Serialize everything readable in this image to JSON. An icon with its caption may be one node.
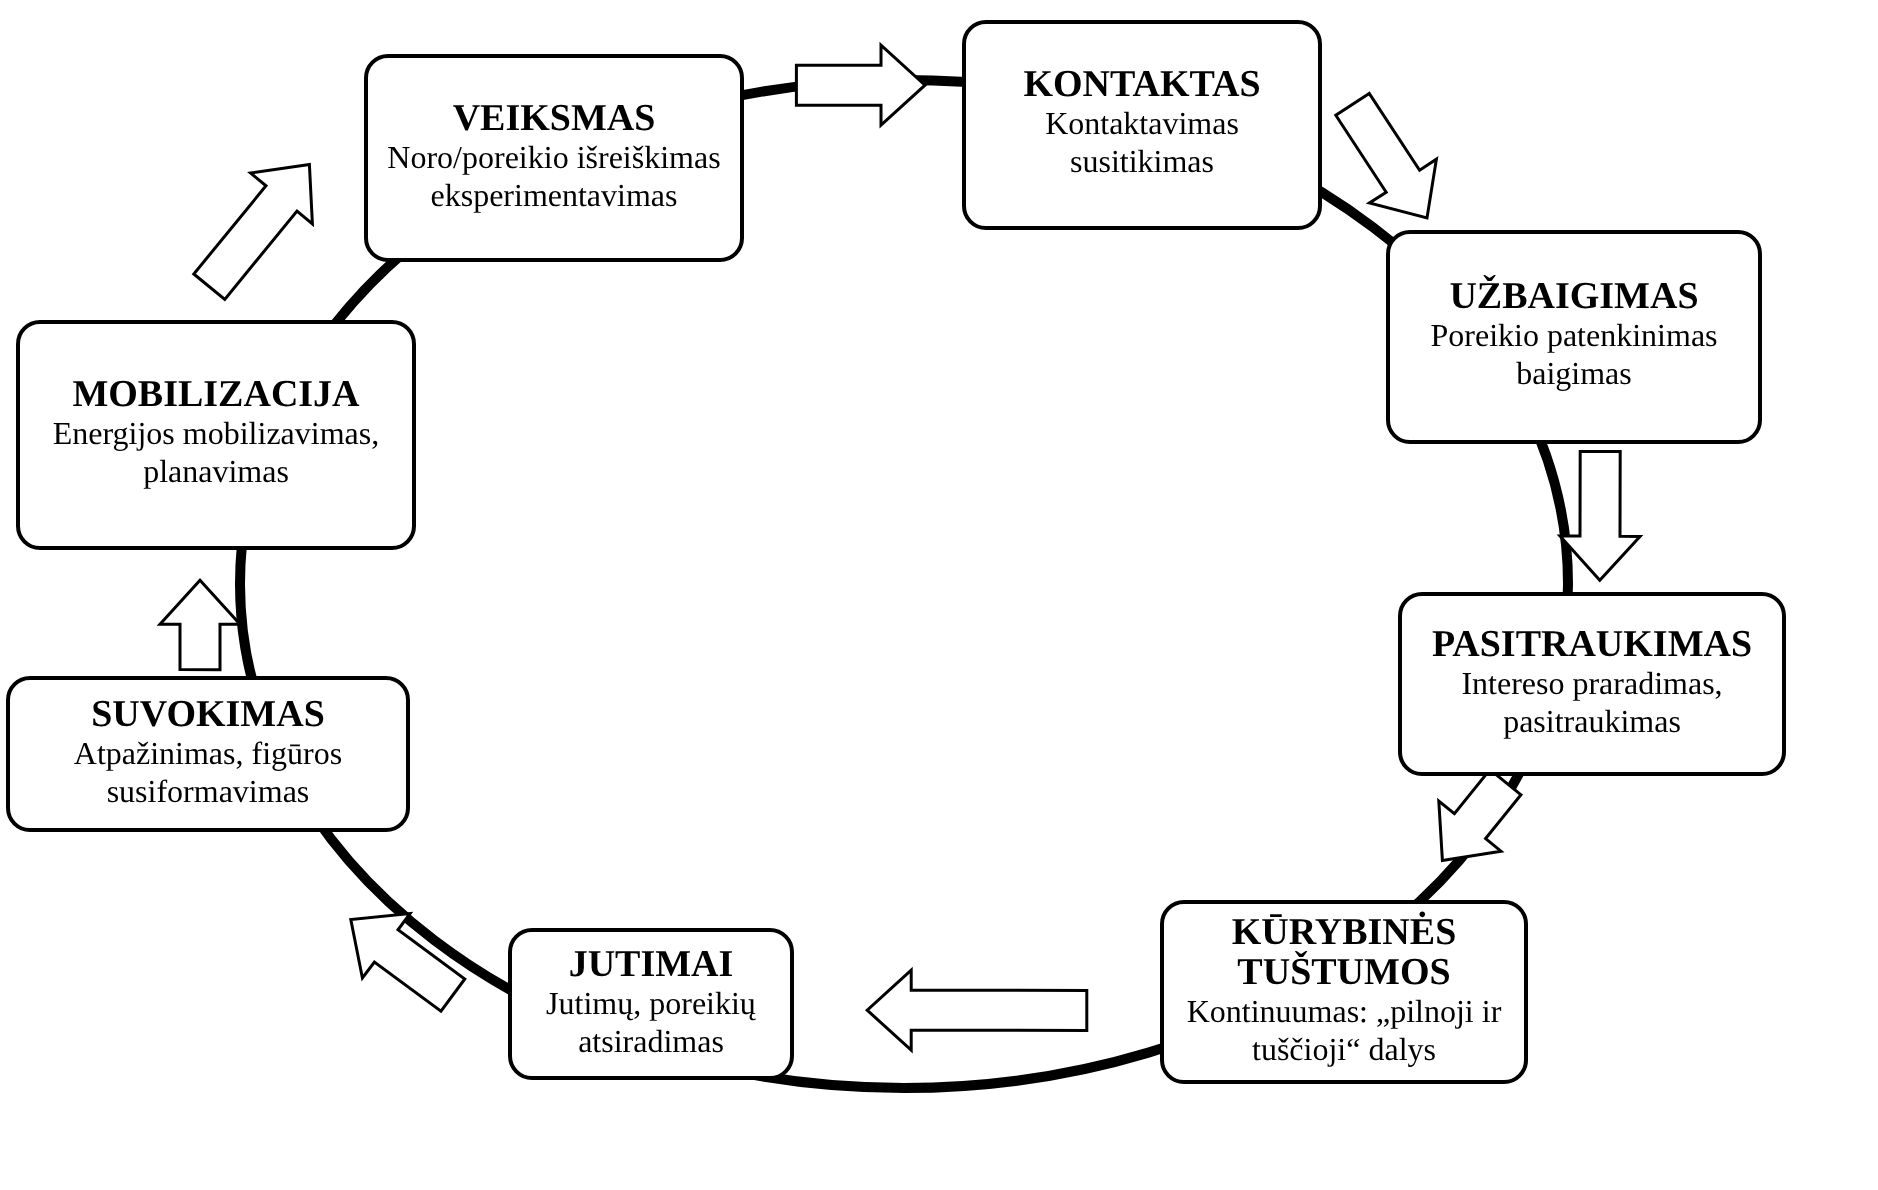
{
  "diagram": {
    "nodes": [
      {
        "text": [
          "VEIKSMAS",
          "Noro/poreikio išreiškimas eksperimentavimas"
        ]
      },
      {
        "text": [
          "KONTAKTAS",
          "Kontaktavimas susitikimas"
        ]
      },
      {
        "text": [
          "UŽBAIGIMAS",
          "Poreikio patenkinimas baigimas"
        ]
      },
      {
        "text": [
          "PASITRAUKIMAS",
          "Intereso praradimas, pasitraukimas"
        ]
      },
      {
        "text": [
          "KŪRYBINĖS TUŠTUMOS",
          "Kontinuumas: „pilnoji ir tuščioji“ dalys"
        ]
      },
      {
        "text": [
          "JUTIMAI",
          "Jutimų, poreikių atsiradimas"
        ]
      },
      {
        "text": [
          "SUVOKIMAS",
          "Atpažinimas, figūros susiformavimas"
        ]
      },
      {
        "text": [
          "MOBILIZACIJA",
          "Energijos mobilizavimas, planavimas"
        ]
      }
    ],
    "edges": [
      {
        "from": 0,
        "to": 1,
        "arrow": "to"
      },
      {
        "from": 1,
        "to": 2,
        "arrow": "to"
      },
      {
        "from": 2,
        "to": 3,
        "arrow": "to"
      },
      {
        "from": 3,
        "to": 4,
        "arrow": "to"
      },
      {
        "from": 4,
        "to": 5,
        "arrow": "to"
      },
      {
        "from": 5,
        "to": 6,
        "arrow": "to"
      },
      {
        "from": 6,
        "to": 7,
        "arrow": "to"
      },
      {
        "from": 7,
        "to": 0,
        "arrow": "to"
      }
    ]
  }
}
